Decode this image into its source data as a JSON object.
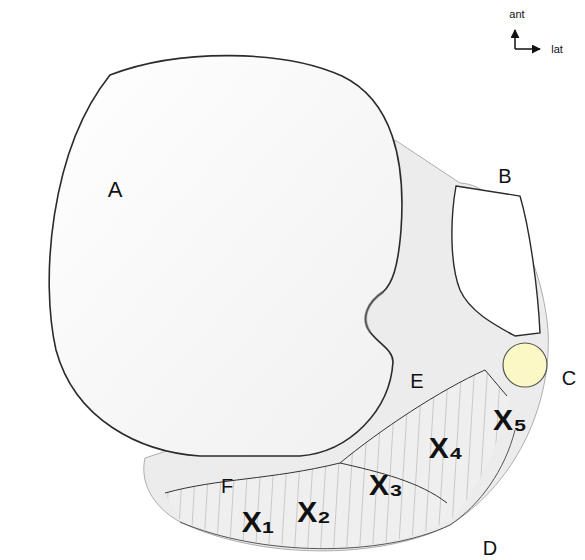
{
  "diagram": {
    "labels": [
      "ant",
      "lat",
      "A",
      "B",
      "C",
      "E",
      "X₅",
      "X₄",
      "F",
      "X₃",
      "X₁",
      "X₂",
      "D"
    ]
  }
}
